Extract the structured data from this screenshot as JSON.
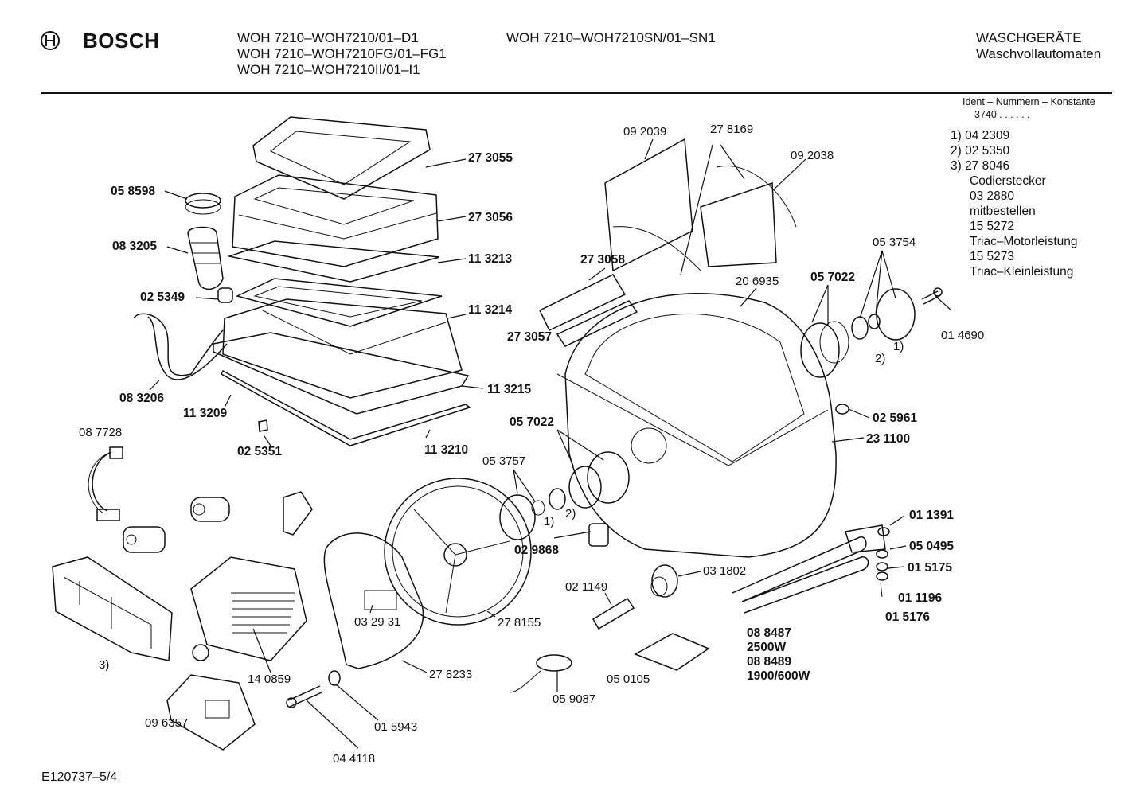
{
  "header": {
    "brand": "BOSCH",
    "models_col1": [
      "WOH 7210–WOH7210/01–D1",
      "WOH 7210–WOH7210FG/01–FG1",
      "WOH 7210–WOH7210II/01–I1"
    ],
    "models_col2": [
      "WOH 7210–WOH7210SN/01–SN1"
    ],
    "category": [
      "WASCHGERÄTE",
      "Waschvollautomaten"
    ]
  },
  "ident": {
    "title": "Ident – Nummern – Konstante",
    "value": "3740 . . . . . ."
  },
  "notes": [
    "1)  04 2309",
    "2)  02 5350",
    "3)  27 8046",
    "Codierstecker",
    "03 2880",
    "mitbestellen",
    "15 5272",
    "Triac–Motorleistung",
    "15 5273",
    "Triac–Kleinleistung"
  ],
  "footer": {
    "drawing_id": "E120737–5/4"
  },
  "labels": [
    {
      "id": "p273055",
      "text": "27 3055",
      "bold": true
    },
    {
      "id": "p058598",
      "text": "05 8598",
      "bold": true
    },
    {
      "id": "p273056",
      "text": "27 3056",
      "bold": true
    },
    {
      "id": "p083205",
      "text": "08 3205",
      "bold": true
    },
    {
      "id": "p113213",
      "text": "11 3213",
      "bold": true
    },
    {
      "id": "p025349",
      "text": "02 5349",
      "bold": true
    },
    {
      "id": "p113214",
      "text": "11 3214",
      "bold": true
    },
    {
      "id": "p083206",
      "text": "08 3206",
      "bold": true
    },
    {
      "id": "p113209",
      "text": "11 3209",
      "bold": true
    },
    {
      "id": "p113215",
      "text": "11 3215",
      "bold": true
    },
    {
      "id": "p025351",
      "text": "02 5351",
      "bold": true
    },
    {
      "id": "p113210",
      "text": "11 3210",
      "bold": true
    },
    {
      "id": "p087728",
      "text": "08 7728",
      "bold": false
    },
    {
      "id": "p092039",
      "text": "09 2039",
      "bold": false
    },
    {
      "id": "p278169",
      "text": "27 8169",
      "bold": false
    },
    {
      "id": "p092038",
      "text": "09 2038",
      "bold": false
    },
    {
      "id": "p273058",
      "text": "27 3058",
      "bold": true
    },
    {
      "id": "p273057",
      "text": "27 3057",
      "bold": true
    },
    {
      "id": "p206935",
      "text": "20 6935",
      "bold": false
    },
    {
      "id": "p057022a",
      "text": "05 7022",
      "bold": true
    },
    {
      "id": "p053754",
      "text": "05 3754",
      "bold": false
    },
    {
      "id": "p014690",
      "text": "01 4690",
      "bold": false
    },
    {
      "id": "n1a",
      "text": "1)",
      "bold": false
    },
    {
      "id": "n2a",
      "text": "2)",
      "bold": false
    },
    {
      "id": "p025961",
      "text": "02 5961",
      "bold": true
    },
    {
      "id": "p231100",
      "text": "23 1100",
      "bold": true
    },
    {
      "id": "p057022b",
      "text": "05 7022",
      "bold": true
    },
    {
      "id": "p053757",
      "text": "05 3757",
      "bold": false
    },
    {
      "id": "n1b",
      "text": "1)",
      "bold": false
    },
    {
      "id": "n2b",
      "text": "2)",
      "bold": false
    },
    {
      "id": "p029868",
      "text": "02 9868",
      "bold": true
    },
    {
      "id": "p011391",
      "text": "01 1391",
      "bold": true
    },
    {
      "id": "p050495",
      "text": "05 0495",
      "bold": true
    },
    {
      "id": "p015175",
      "text": "01 5175",
      "bold": true
    },
    {
      "id": "p011196",
      "text": "01 1196",
      "bold": true
    },
    {
      "id": "p015176",
      "text": "01 5176",
      "bold": true
    },
    {
      "id": "p031802",
      "text": "03 1802",
      "bold": false
    },
    {
      "id": "p021149",
      "text": "02 1149",
      "bold": false
    },
    {
      "id": "p278155",
      "text": "27 8155",
      "bold": false
    },
    {
      "id": "p032931",
      "text": "03 29 31",
      "bold": false
    },
    {
      "id": "p278233",
      "text": "27 8233",
      "bold": false
    },
    {
      "id": "p140859",
      "text": "14 0859",
      "bold": false
    },
    {
      "id": "n3",
      "text": "3)",
      "bold": false
    },
    {
      "id": "p096357",
      "text": "09 6357",
      "bold": false
    },
    {
      "id": "p015943",
      "text": "01 5943",
      "bold": false
    },
    {
      "id": "p044118",
      "text": "04 4118",
      "bold": false
    },
    {
      "id": "p059087",
      "text": "05 9087",
      "bold": false
    },
    {
      "id": "p050105",
      "text": "05 0105",
      "bold": false
    },
    {
      "id": "p088487",
      "text": "08 8487",
      "bold": true
    },
    {
      "id": "w2500",
      "text": "2500W",
      "bold": true
    },
    {
      "id": "p088489",
      "text": "08 8489",
      "bold": true
    },
    {
      "id": "w1900",
      "text": "1900/600W",
      "bold": true
    }
  ]
}
